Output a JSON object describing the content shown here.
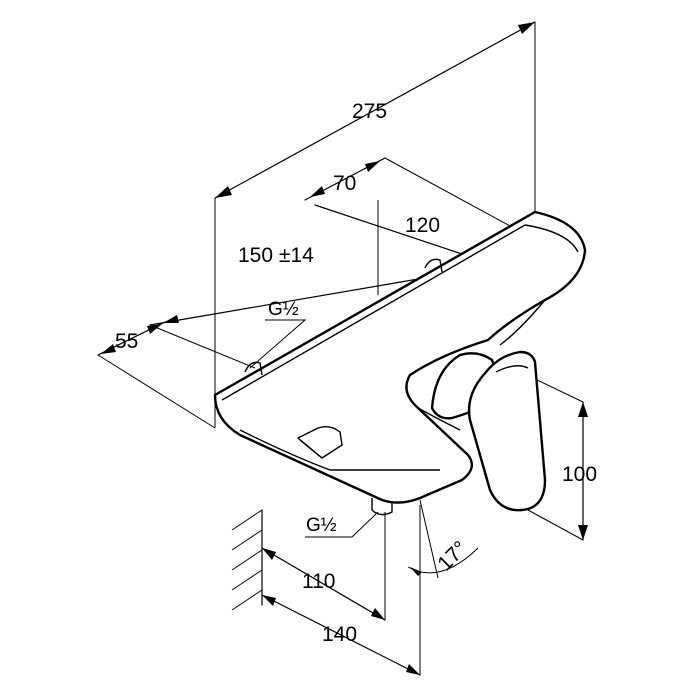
{
  "dimensions": {
    "overall_length": "275",
    "depth_offset": "70",
    "spout_length": "120",
    "connection_spacing": "150 ±14",
    "inlet_offset": "55",
    "inlet_thread": "G½",
    "outlet_thread": "G½",
    "lever_height": "100",
    "wall_to_outlet": "110",
    "wall_to_spout": "140",
    "spout_angle": "17°"
  }
}
